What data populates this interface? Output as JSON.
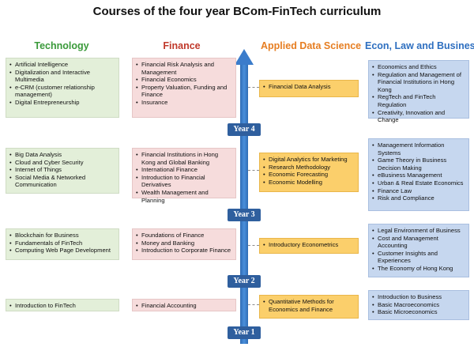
{
  "title": "Courses of the four year BCom-FinTech curriculum",
  "columns": {
    "technology": {
      "label": "Technology",
      "color": "#3a9a3a"
    },
    "finance": {
      "label": "Finance",
      "color": "#c0392b"
    },
    "applied_data_science": {
      "label": "Applied Data Science",
      "color": "#e67e22"
    },
    "econ_law_business": {
      "label": "Econ, Law and Business",
      "color": "#2e6fc0"
    }
  },
  "years": [
    "Year 4",
    "Year 3",
    "Year 2",
    "Year 1"
  ],
  "boxes": {
    "technology": [
      [
        "Artificial Intelligence",
        "Digitalization and Interactive Multimedia",
        "e-CRM (customer relationship management)",
        "Digital Entrepreneurship"
      ],
      [
        "Big Data Analysis",
        "Cloud and Cyber Security",
        "Internet of Things",
        "Social Media & Networked Communication"
      ],
      [
        "Blockchain for Business",
        "Fundamentals of FinTech",
        "Computing Web Page Development"
      ],
      [
        "Introduction to FinTech"
      ]
    ],
    "finance": [
      [
        "Financial Risk Analysis and Management",
        "Financial Economics",
        "Property Valuation, Funding and Finance",
        "Insurance"
      ],
      [
        "Financial Institutions in Hong Kong and Global Banking",
        "International Finance",
        "Introduction to Financial Derivatives",
        "Wealth Management and Planning"
      ],
      [
        "Foundations of Finance",
        "Money and Banking",
        "Introduction to Corporate Finance"
      ],
      [
        "Financial Accounting"
      ]
    ],
    "applied_data_science": [
      [
        "Financial Data Analysis"
      ],
      [
        "Digital Analytics for Marketing",
        "Research Methodology",
        "Economic Forecasting",
        "Economic Modelling"
      ],
      [
        "Introductory Econometrics"
      ],
      [
        "Quantitative Methods for Economics and Finance"
      ]
    ],
    "econ_law_business": [
      [
        "Economics and Ethics",
        "Regulation and Management of Financial Institutions in Hong Kong",
        "RegTech and FinTech Regulation",
        "Creativity, Innovation and Change"
      ],
      [
        "Management Information Systems",
        "Game Theory in Business Decision Making",
        "eBusiness Management",
        "Urban & Real Estate Economics",
        "Finance Law",
        "Risk and Compliance"
      ],
      [
        "Legal Environment of Business",
        "Cost and Management Accounting",
        "Customer Insights and Experiences",
        "The Economy of Hong Kong"
      ],
      [
        "Introduction to Business",
        "Basic Macroeconomics",
        "Basic Microeconomics"
      ]
    ]
  }
}
